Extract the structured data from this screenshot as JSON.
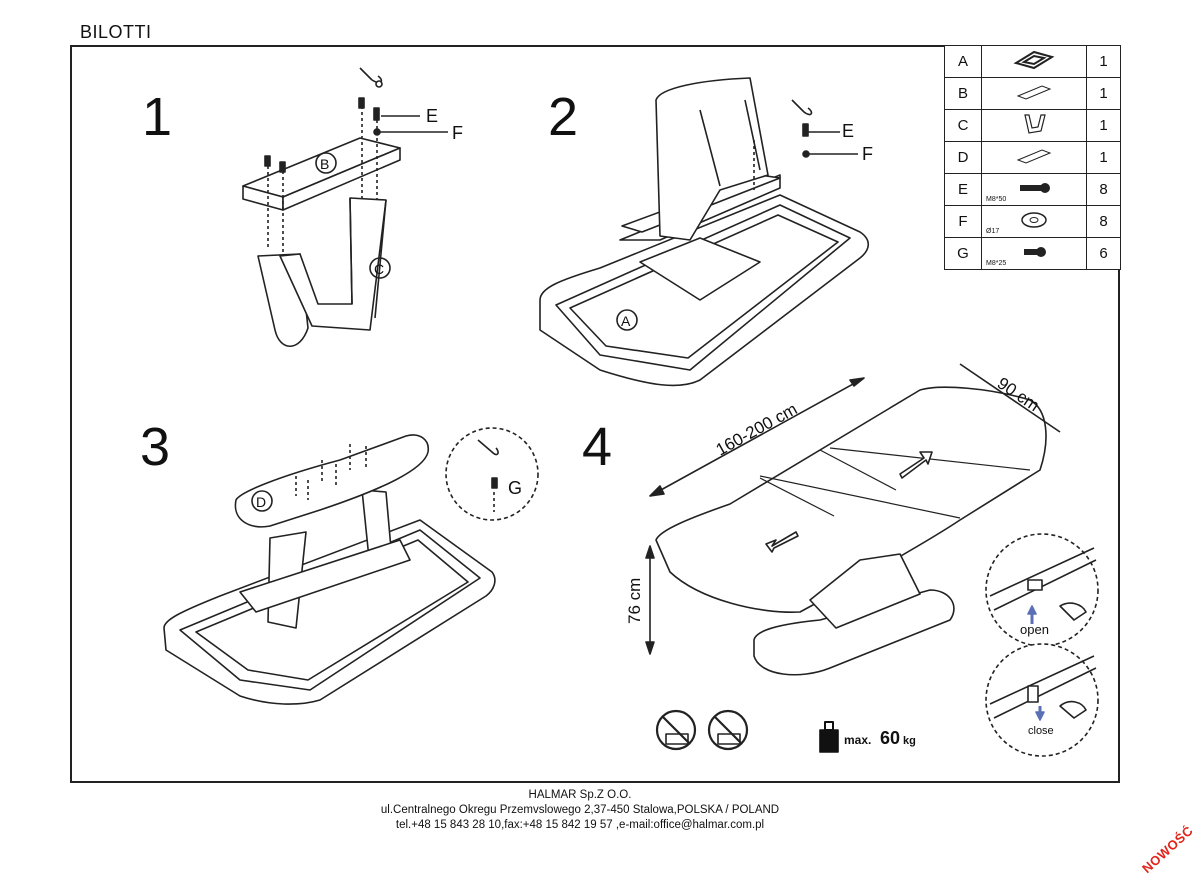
{
  "title": "BILOTTI",
  "steps": [
    "1",
    "2",
    "3",
    "4"
  ],
  "callouts": {
    "s1_e": "E",
    "s1_f": "F",
    "s1_b": "B",
    "s1_c": "C",
    "s2_e": "E",
    "s2_f": "F",
    "s2_a": "A",
    "s3_d": "D",
    "s3_g": "G"
  },
  "dimensions": {
    "length": "160-200 cm",
    "width": "90 cm",
    "height": "76 cm"
  },
  "mechanism": {
    "open": "open",
    "close": "close"
  },
  "max_load": {
    "label": "max.",
    "value": "60",
    "unit": "kg"
  },
  "parts": [
    {
      "letter": "A",
      "spec": "",
      "qty": "1",
      "icon": "frame-icon"
    },
    {
      "letter": "B",
      "spec": "",
      "qty": "1",
      "icon": "plate-icon"
    },
    {
      "letter": "C",
      "spec": "",
      "qty": "1",
      "icon": "leg-icon"
    },
    {
      "letter": "D",
      "spec": "",
      "qty": "1",
      "icon": "plate-icon"
    },
    {
      "letter": "E",
      "spec": "M8*50",
      "qty": "8",
      "icon": "bolt-icon"
    },
    {
      "letter": "F",
      "spec": "Ø17",
      "qty": "8",
      "icon": "washer-icon"
    },
    {
      "letter": "G",
      "spec": "M8*25",
      "qty": "6",
      "icon": "screw-icon"
    }
  ],
  "footer": {
    "company": "HALMAR Sp.Z O.O.",
    "address": "ul.Centralnego Okregu Przemvslowego 2,37-450 Stalowa,POLSKA / POLAND",
    "contact": "tel.+48 15 843 28 10,fax:+48 15 842 19 57 ,e-mail:office@halmar.com.pl"
  },
  "badge": "NOWOŚĆ"
}
